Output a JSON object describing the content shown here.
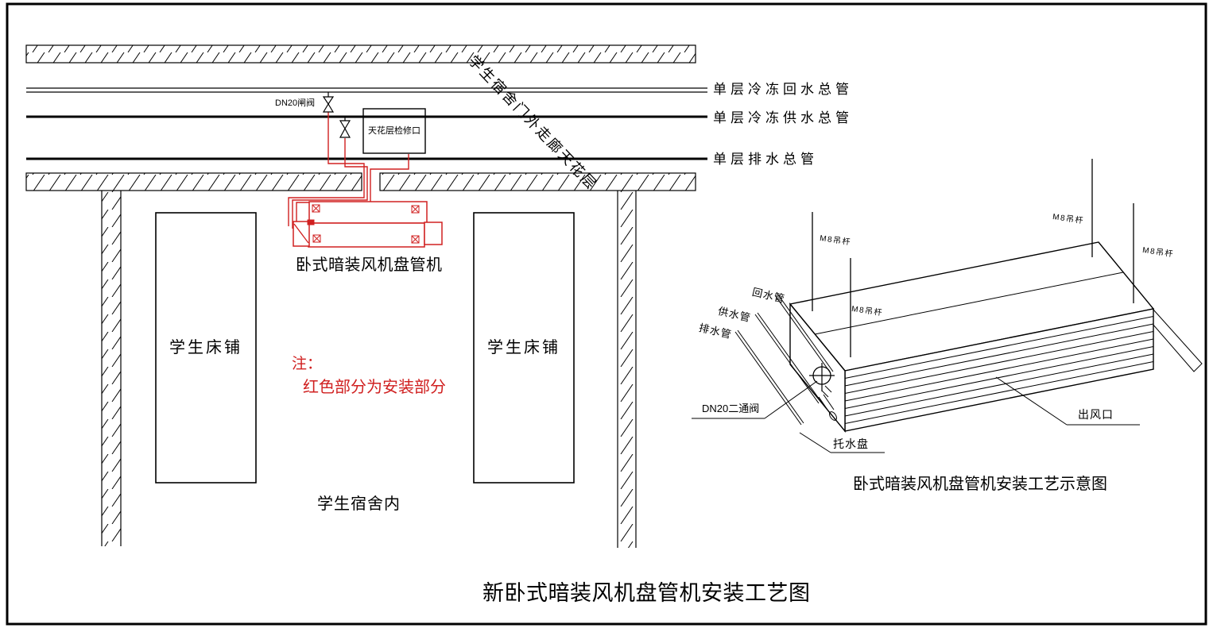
{
  "colors": {
    "ink": "#000000",
    "install_red": "#d02020",
    "paper": "#ffffff"
  },
  "sheet": {
    "title": "新卧式暗装风机盘管机安装工艺图"
  },
  "plan_view": {
    "main_pipe_labels": [
      "单层冷冻回水总管",
      "单层冷冻供水总管",
      "单层排水总管"
    ],
    "valve_label": "DN20闸阀",
    "access_panel_label": "天花层检修口",
    "corridor_label": "学生宿舍门外走廊天花层",
    "unit_label": "卧式暗装风机盘管机",
    "bed_labels": [
      "学生床铺",
      "学生床铺"
    ],
    "room_label": "学生宿舍内",
    "note_heading": "注：",
    "note_body": "红色部分为安装部分"
  },
  "iso_view": {
    "caption": "卧式暗装风机盘管机安装工艺示意图",
    "hanger_labels": [
      "M8吊杆",
      "M8吊杆",
      "M8吊杆",
      "M8吊杆"
    ],
    "pipe_labels": [
      "回水管",
      "供水管",
      "排水管"
    ],
    "two_way_valve_label": "DN20二通阀",
    "drain_pan_label": "托水盘",
    "outlet_label": "出风口"
  }
}
